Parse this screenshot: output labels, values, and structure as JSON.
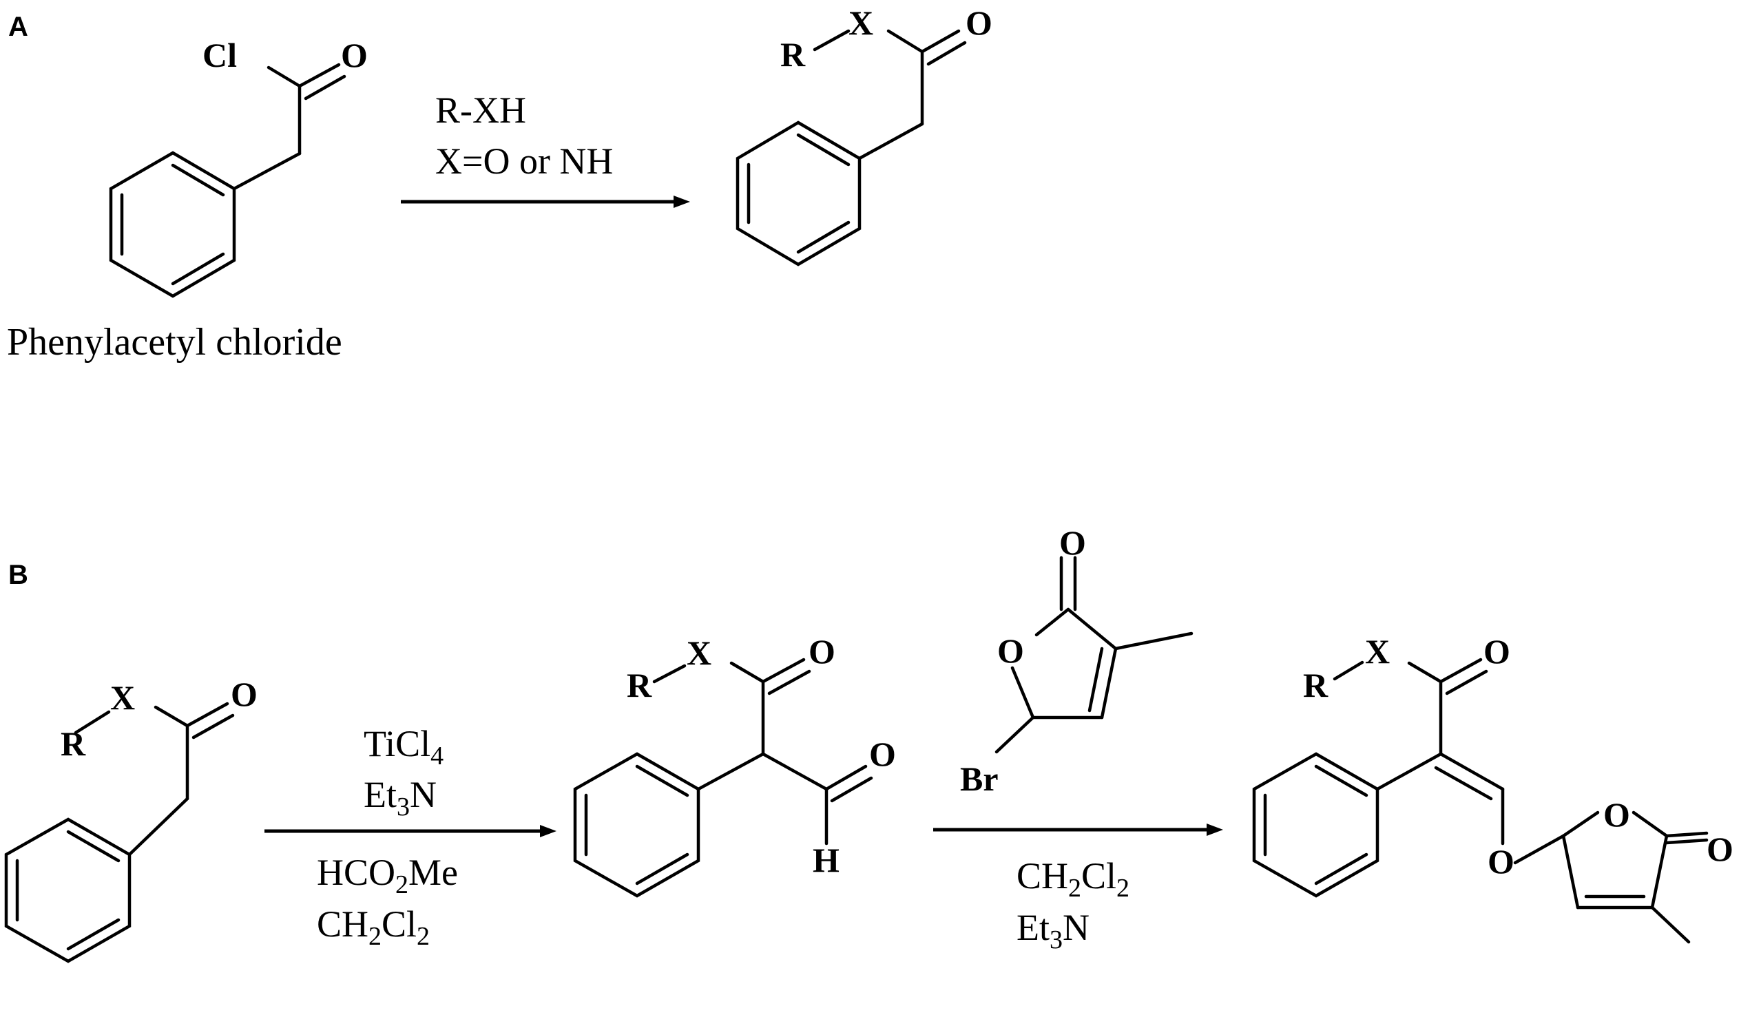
{
  "panels": {
    "a": {
      "label": "A"
    },
    "b": {
      "label": "B"
    }
  },
  "atoms": {
    "cl": "Cl",
    "o": "O",
    "r": "R",
    "x": "X",
    "h": "H",
    "br": "Br"
  },
  "captions": {
    "phenylacetyl_chloride": "Phenylacetyl chloride"
  },
  "reagents": {
    "a_line1": "R-XH",
    "a_line2": "X=O or NH",
    "b1_ticl": "TiCl",
    "b1_ticl_sub": "4",
    "b1_et": "Et",
    "b1_et_sub": "3",
    "b1_et_tail": "N",
    "b1_hco": "HCO",
    "b1_hco_sub": "2",
    "b1_hco_tail": "Me",
    "b1_ch": "CH",
    "b1_ch_sub1": "2",
    "b1_cl": "Cl",
    "b1_ch_sub2": "2",
    "b2_ch": "CH",
    "b2_ch_sub1": "2",
    "b2_cl": "Cl",
    "b2_ch_sub2": "2",
    "b2_et": "Et",
    "b2_et_sub": "3",
    "b2_et_tail": "N"
  }
}
